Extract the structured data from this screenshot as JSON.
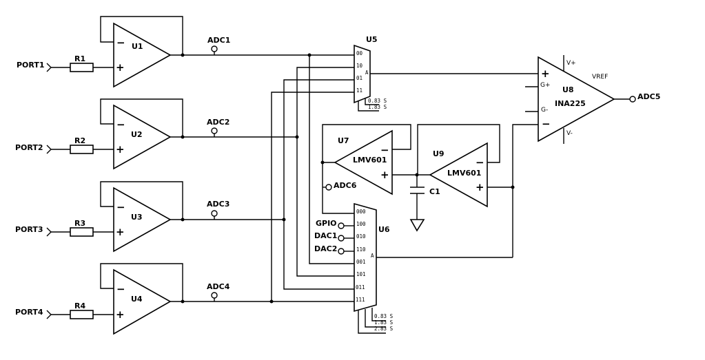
{
  "ports": [
    "PORT1",
    "PORT2",
    "PORT3",
    "PORT4"
  ],
  "resistors": [
    "R1",
    "R2",
    "R3",
    "R4"
  ],
  "buffers": [
    "U1",
    "U2",
    "U3",
    "U4"
  ],
  "adc_pins": [
    "ADC1",
    "ADC2",
    "ADC3",
    "ADC4"
  ],
  "mux_u5": {
    "name": "U5",
    "inputs": [
      "00",
      "10",
      "01",
      "11"
    ],
    "output": "A",
    "selects": [
      "0.83 S",
      "1.83 S"
    ]
  },
  "mux_u6": {
    "name": "U6",
    "inputs": [
      "000",
      "100",
      "010",
      "110",
      "001",
      "101",
      "011",
      "111"
    ],
    "output": "A",
    "selects": [
      "0.83 S",
      "1.83 S",
      "2.83 S"
    ]
  },
  "u7": {
    "name": "U7",
    "part": "LMV601"
  },
  "u9": {
    "name": "U9",
    "part": "LMV601"
  },
  "adc6": "ADC6",
  "c1": "C1",
  "gpio_labels": [
    "GPIO",
    "DAC1",
    "DAC2"
  ],
  "u8": {
    "name": "U8",
    "part": "INA225",
    "pins": {
      "vplus": "V+",
      "vminus": "V-",
      "vref": "VREF",
      "gplus": "G+",
      "gminus": "G-"
    }
  },
  "adc5": "ADC5"
}
